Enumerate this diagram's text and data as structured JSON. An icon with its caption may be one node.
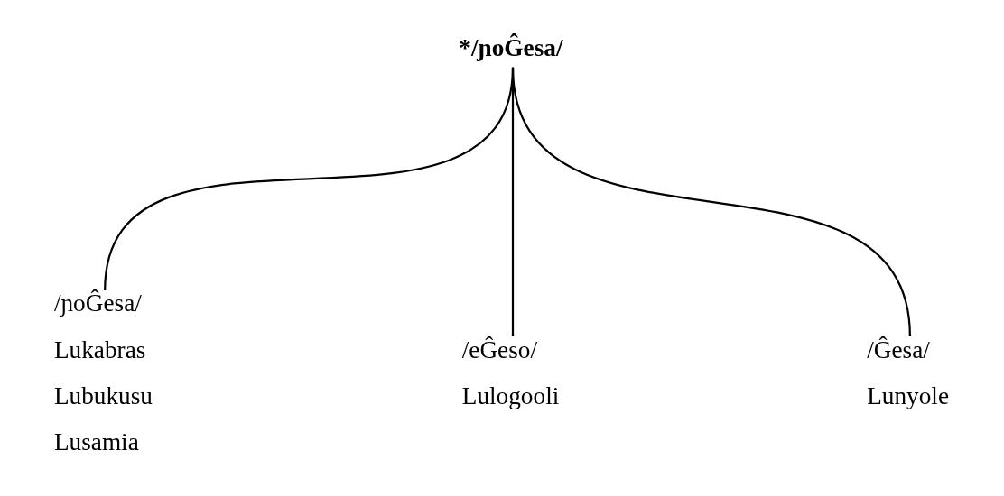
{
  "diagram": {
    "nodes": [
      {
        "text": [
          "*/ɲoĜesa/"
        ]
      },
      {
        "text": [
          "/ɲoĜesa/"
        ],
        "beside": [
          "Lukabras",
          "Lubukusu",
          "Lusamia"
        ]
      },
      {
        "text": [
          "/eĜeso/"
        ],
        "beside": [
          "Lulogooli"
        ]
      },
      {
        "text": [
          "/Ĝesa/"
        ],
        "beside": [
          "Lunyole"
        ]
      }
    ],
    "edges": [
      {
        "from": 0,
        "to": 1,
        "arrow": "none"
      },
      {
        "from": 0,
        "to": 2,
        "arrow": "none"
      },
      {
        "from": 0,
        "to": 3,
        "arrow": "none"
      }
    ]
  }
}
